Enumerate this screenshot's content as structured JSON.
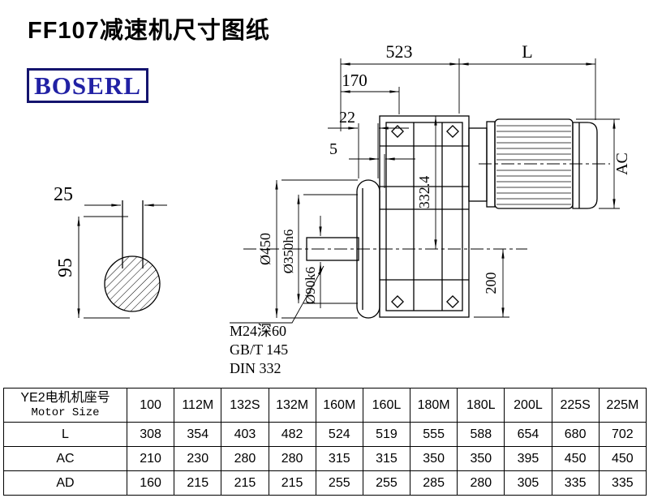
{
  "page": {
    "title": "FF107减速机尺寸图纸",
    "logo": "BOSERL"
  },
  "drawing": {
    "dims": {
      "overall": "523",
      "motor_len": "L",
      "shaft_len": "170",
      "d22": "22",
      "d5": "5",
      "ac": "AC",
      "key_width": "25",
      "key_height": "95",
      "flange_od": "Ø450",
      "spigot": "Ø350h6",
      "shaft_dia": "Ø90k6",
      "center_height": "332.4",
      "foot": "200"
    },
    "notes": [
      "M24深60",
      "GB/T 145",
      "DIN 332"
    ]
  },
  "table": {
    "header_cn": "YE2电机机座号",
    "header_en": "Motor Size",
    "columns": [
      "100",
      "112M",
      "132S",
      "132M",
      "160M",
      "160L",
      "180M",
      "180L",
      "200L",
      "225S",
      "225M"
    ],
    "rows": [
      {
        "label": "L",
        "values": [
          "308",
          "354",
          "403",
          "482",
          "524",
          "519",
          "555",
          "588",
          "654",
          "680",
          "702"
        ]
      },
      {
        "label": "AC",
        "values": [
          "210",
          "230",
          "280",
          "280",
          "315",
          "315",
          "350",
          "350",
          "395",
          "450",
          "450"
        ]
      },
      {
        "label": "AD",
        "values": [
          "160",
          "215",
          "215",
          "215",
          "255",
          "255",
          "285",
          "280",
          "305",
          "335",
          "335"
        ]
      }
    ]
  }
}
